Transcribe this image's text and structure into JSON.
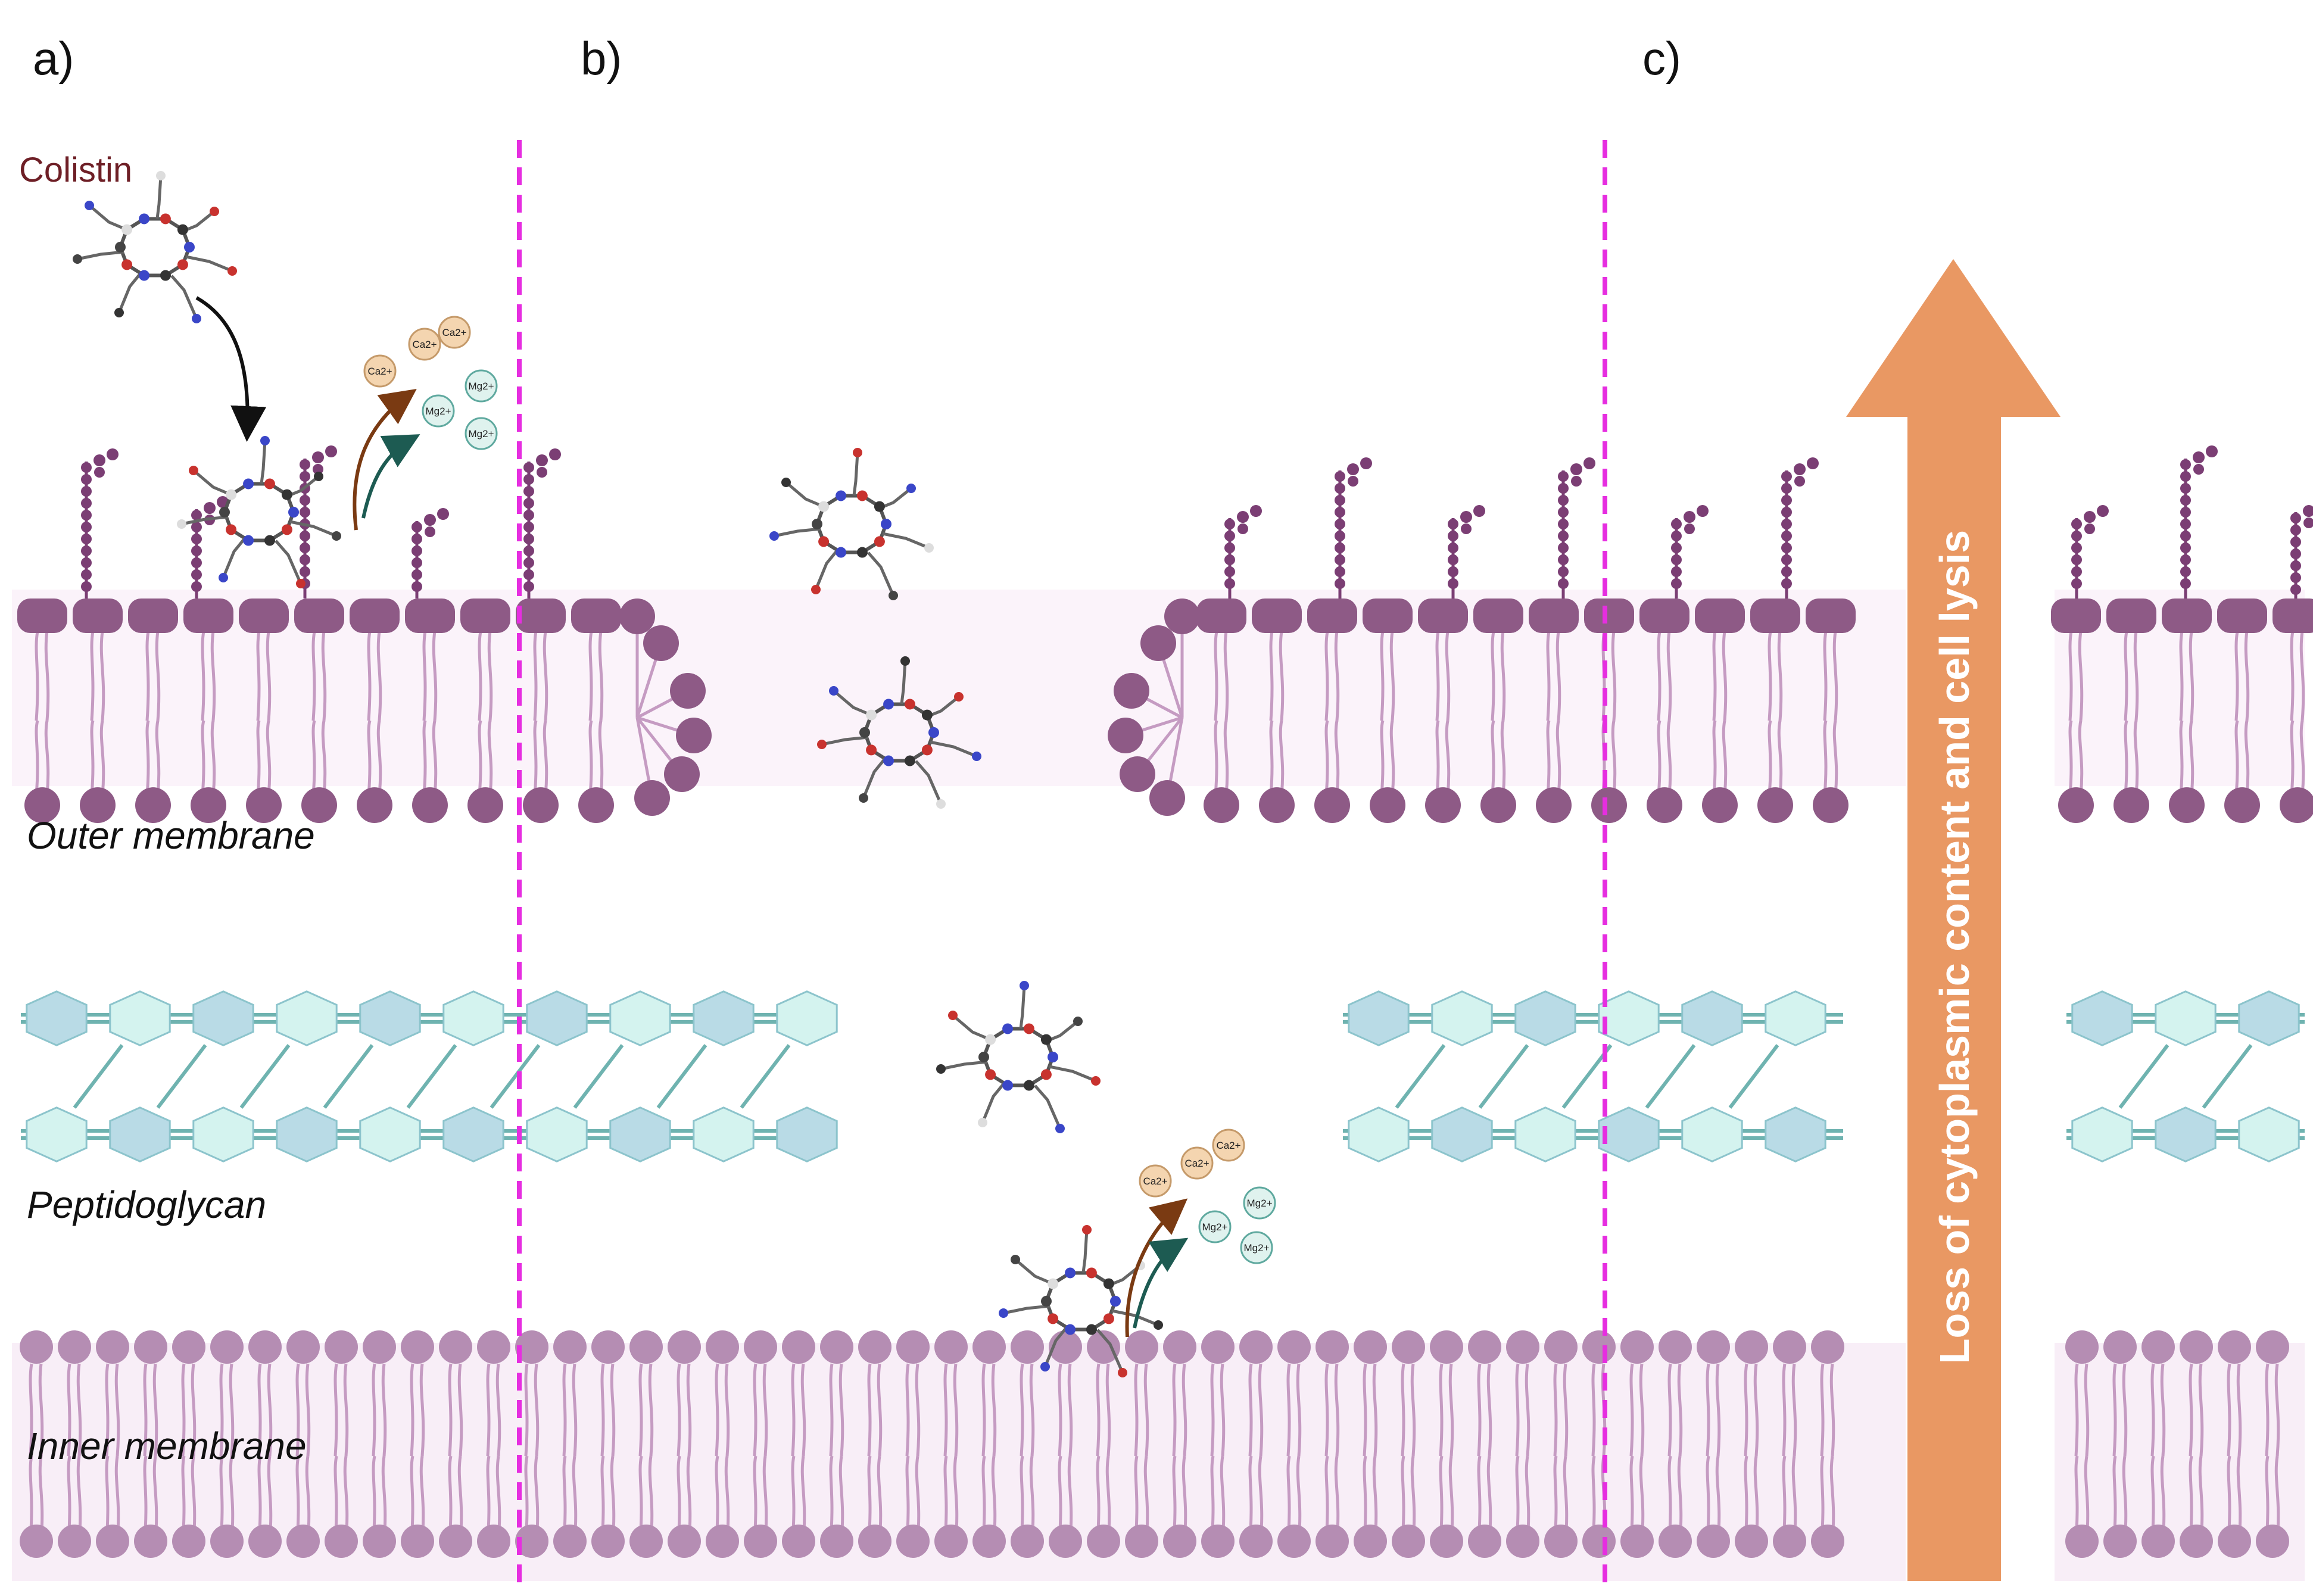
{
  "panels": [
    "a)",
    "b)",
    "c)"
  ],
  "drug_label": "Colistin",
  "layers": {
    "outer": "Outer membrane",
    "peptidoglycan": "Peptidoglycan",
    "inner": "Inner membrane"
  },
  "outcome_arrow": "Loss of cytoplasmic content and cell lysis",
  "ions": {
    "calcium": "Ca",
    "magnesium": "Mg",
    "charge": "2+"
  },
  "colors": {
    "outer_head": "#8e5a86",
    "lps_bead": "#7b3e74",
    "tail": "#c59bc2",
    "inner_head": "#b58db3",
    "pg_light": "#d4f3ef",
    "pg_dark": "#b9dbe6",
    "pg_link": "#6fb3b0",
    "divider": "#e62ee0",
    "arrow": "#e99863",
    "calcium": "#f4d5b0",
    "magnesium": "#dff2ee"
  }
}
